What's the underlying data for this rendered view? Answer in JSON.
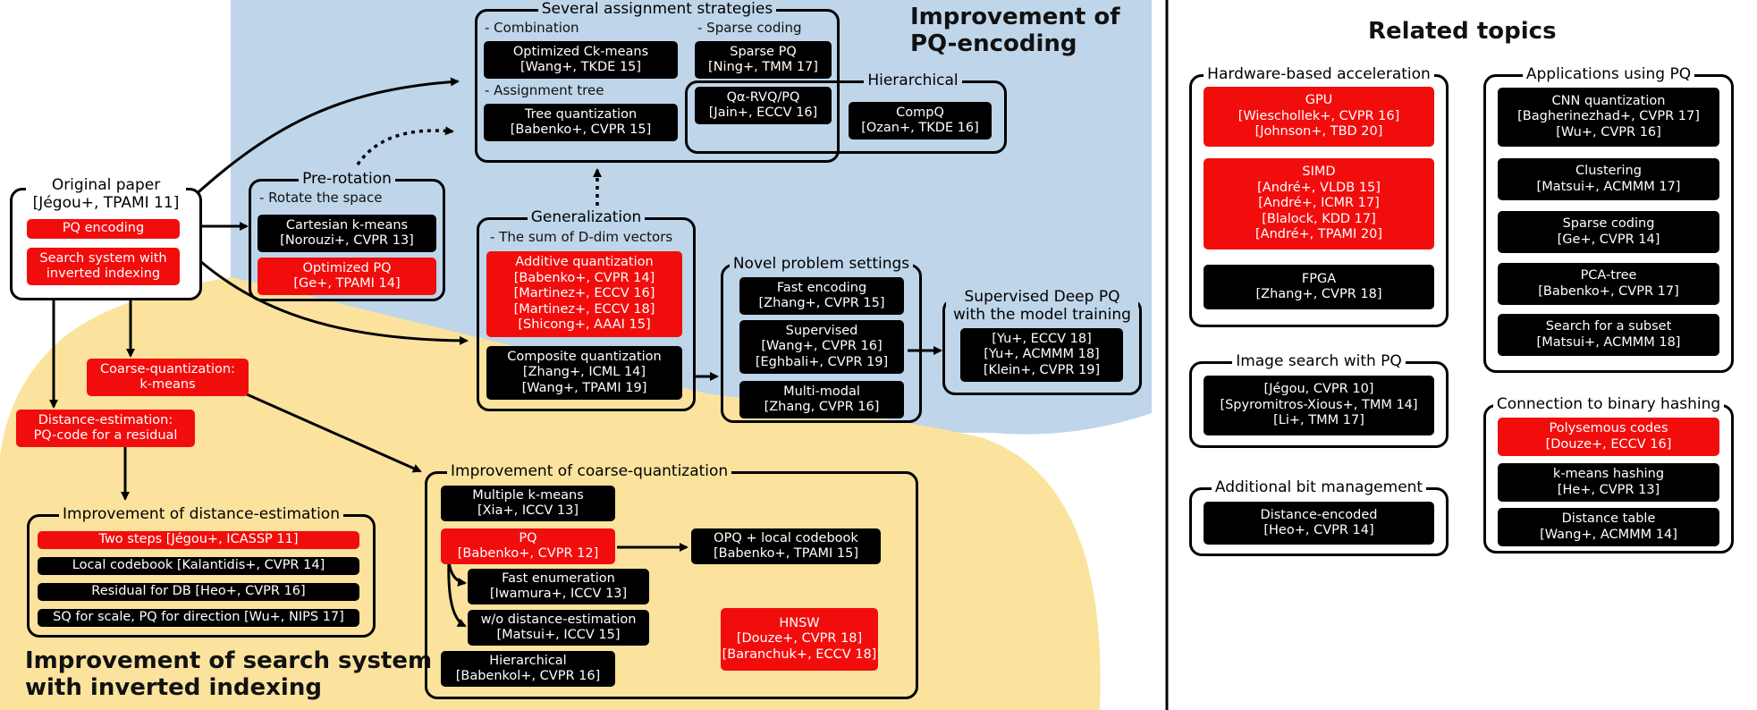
{
  "colors": {
    "blue_region": "#bfd5ea",
    "yellow_region": "#fbe39e",
    "red_box": "#f20d0d",
    "black_box": "#000000"
  },
  "region_titles": {
    "pq_encoding": [
      "Improvement of",
      "PQ-encoding"
    ],
    "search_system": [
      "Improvement of search system",
      "with inverted indexing"
    ],
    "related_topics": "Related topics"
  },
  "original_paper": {
    "title": [
      "Original paper",
      "[Jégou+, TPAMI 11]"
    ],
    "pq_encoding": "PQ encoding",
    "search_system": [
      "Search system with",
      "inverted indexing"
    ]
  },
  "assignment": {
    "title": "Several assignment strategies",
    "combination_label": "- Combination",
    "sparse_label": "- Sparse coding",
    "tree_label": "- Assignment tree",
    "hierarchical_title": "Hierarchical",
    "okmeans": [
      "Optimized Ck-means",
      "[Wang+, TKDE 15]"
    ],
    "sparse_pq": [
      "Sparse PQ",
      "[Ning+, TMM 17]"
    ],
    "tree_q": [
      "Tree quantization",
      "[Babenko+, CVPR 15]"
    ],
    "qrvq": [
      "Qα-RVQ/PQ",
      "[Jain+, ECCV 16]"
    ],
    "compq": [
      "CompQ",
      "[Ozan+, TKDE 16]"
    ]
  },
  "prerotation": {
    "title": "Pre-rotation",
    "sub": "- Rotate the space",
    "ckmeans": [
      "Cartesian k-means",
      "[Norouzi+, CVPR 13]"
    ],
    "opq": [
      "Optimized PQ",
      "[Ge+, TPAMI 14]"
    ]
  },
  "generalization": {
    "title": "Generalization",
    "sub": "- The sum of D-dim vectors",
    "additive": [
      "Additive quantization",
      "[Babenko+, CVPR 14]",
      "[Martinez+, ECCV 16]",
      "[Martinez+, ECCV 18]",
      "[Shicong+, AAAI 15]"
    ],
    "composite": [
      "Composite quantization",
      "[Zhang+, ICML 14]",
      "[Wang+, TPAMI 19]"
    ]
  },
  "novel": {
    "title": "Novel problem settings",
    "fast_encoding": [
      "Fast encoding",
      "[Zhang+, CVPR 15]"
    ],
    "supervised": [
      "Supervised",
      "[Wang+, CVPR 16]",
      "[Eghbali+, CVPR 19]"
    ],
    "multimodal": [
      "Multi-modal",
      "[Zhang, CVPR 16]"
    ]
  },
  "deep_pq": {
    "title": [
      "Supervised Deep PQ",
      "with the model training"
    ],
    "items": [
      "[Yu+, ECCV 18]",
      "[Yu+, ACMMM 18]",
      "[Klein+, CVPR 19]"
    ]
  },
  "coarse_kmeans": [
    "Coarse-quantization:",
    "k-means"
  ],
  "distance_pq": [
    "Distance-estimation:",
    "PQ-code for a residual"
  ],
  "improve_distance": {
    "title": "Improvement of distance-estimation",
    "two_steps": "Two steps [Jégou+, ICASSP 11]",
    "local_codebook": "Local codebook [Kalantidis+, CVPR 14]",
    "residual_db": "Residual for DB [Heo+, CVPR 16]",
    "sq_scale": "SQ for scale, PQ for direction [Wu+, NIPS 17]"
  },
  "improve_coarse": {
    "title": "Improvement of coarse-quantization",
    "multiple_kmeans": [
      "Multiple k-means",
      "[Xia+, ICCV 13]"
    ],
    "pq": [
      "PQ",
      "[Babenko+, CVPR 12]"
    ],
    "opq_local": [
      "OPQ + local codebook",
      "[Babenko+, TPAMI 15]"
    ],
    "fast_enum": [
      "Fast enumeration",
      "[Iwamura+, ICCV 13]"
    ],
    "wo_distance": [
      "w/o distance-estimation",
      "[Matsui+, ICCV 15]"
    ],
    "hierarchical": [
      "Hierarchical",
      "[Babenkol+, CVPR 16]"
    ],
    "hnsw": [
      "HNSW",
      "[Douze+, CVPR 18]",
      "[Baranchuk+, ECCV 18]"
    ]
  },
  "hardware": {
    "title": "Hardware-based acceleration",
    "gpu": [
      "GPU",
      "[Wieschollek+, CVPR 16]",
      "[Johnson+, TBD 20]"
    ],
    "simd": [
      "SIMD",
      "[André+, VLDB 15]",
      "[André+, ICMR 17]",
      "[Blalock, KDD 17]",
      "[André+, TPAMI 20]"
    ],
    "fpga": [
      "FPGA",
      "[Zhang+, CVPR 18]"
    ]
  },
  "image_search": {
    "title": "Image search with PQ",
    "items": [
      "[Jégou, CVPR 10]",
      "[Spyromitros-Xious+, TMM 14]",
      "[Li+, TMM 17]"
    ]
  },
  "bit_management": {
    "title": "Additional bit management",
    "items": [
      "Distance-encoded",
      "[Heo+, CVPR 14]"
    ]
  },
  "applications": {
    "title": "Applications using PQ",
    "cnn": [
      "CNN quantization",
      "[Bagherinezhad+, CVPR 17]",
      "[Wu+, CVPR 16]"
    ],
    "clustering": [
      "Clustering",
      "[Matsui+, ACMMM 17]"
    ],
    "sparse": [
      "Sparse coding",
      "[Ge+, CVPR 14]"
    ],
    "pca_tree": [
      "PCA-tree",
      "[Babenko+, CVPR 17]"
    ],
    "subset": [
      "Search for a subset",
      "[Matsui+, ACMMM 18]"
    ]
  },
  "binary_hashing": {
    "title": "Connection to binary hashing",
    "polysemous": [
      "Polysemous codes",
      "[Douze+, ECCV 16]"
    ],
    "kmeans_hash": [
      "k-means hashing",
      "[He+, CVPR 13]"
    ],
    "distance_table": [
      "Distance table",
      "[Wang+, ACMMM 14]"
    ]
  }
}
